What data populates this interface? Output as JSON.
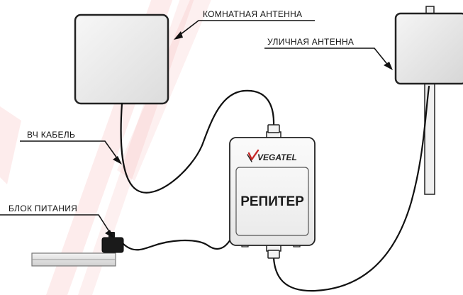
{
  "labels": {
    "indoor_antenna": "КОМНАТНАЯ АНТЕННА",
    "outdoor_antenna": "УЛИЧНАЯ АНТЕННА",
    "rf_cable": "ВЧ КАБЕЛЬ",
    "power_supply": "БЛОК ПИТАНИЯ"
  },
  "repeater": {
    "brand": "VEGATEL",
    "title": "РЕПИТЕР"
  },
  "colors": {
    "watermark": "#e84040",
    "outline": "#222222",
    "device_fill": "#f2f2f2"
  },
  "watermark": {
    "type": "diagonal-stripes"
  }
}
